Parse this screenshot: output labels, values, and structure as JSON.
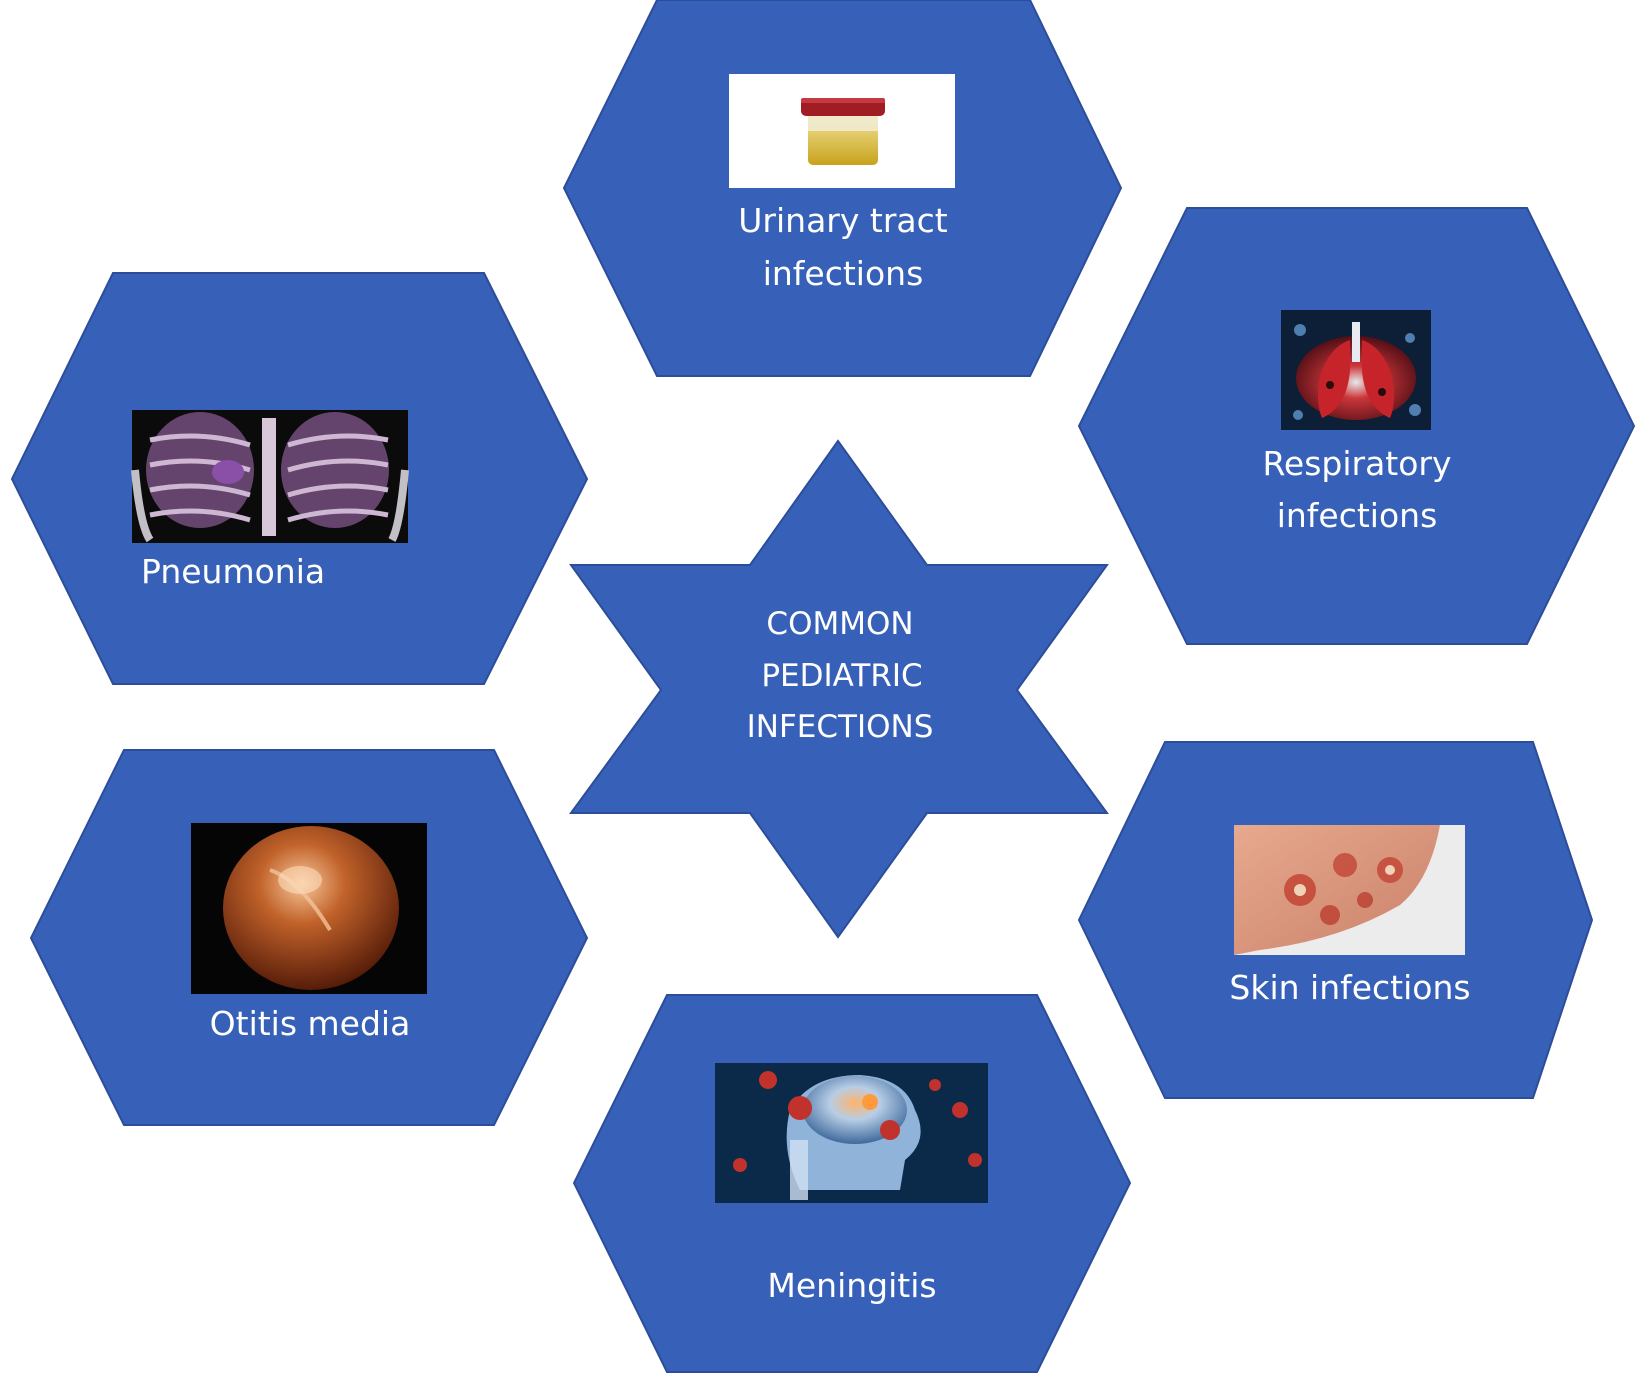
{
  "center": {
    "lines": [
      "COMMON",
      "PEDIATRIC",
      "INFECTIONS"
    ]
  },
  "nodes": {
    "uti": {
      "line1": "Urinary tract",
      "line2": "infections",
      "image": "urine-sample-cup"
    },
    "respiratory": {
      "line1": "Respiratory",
      "line2": "infections",
      "image": "infected-lungs"
    },
    "pneumonia": {
      "label": "Pneumonia",
      "image": "chest-x-ray"
    },
    "skin": {
      "label": "Skin infections",
      "image": "skin-rash-on-arm"
    },
    "otitis": {
      "label": "Otitis media",
      "image": "inflamed-eardrum"
    },
    "meningitis": {
      "label": "Meningitis",
      "image": "brain-virus-illustration"
    }
  },
  "colors": {
    "shape_fill": "#3760b8",
    "text": "#ffffff"
  }
}
